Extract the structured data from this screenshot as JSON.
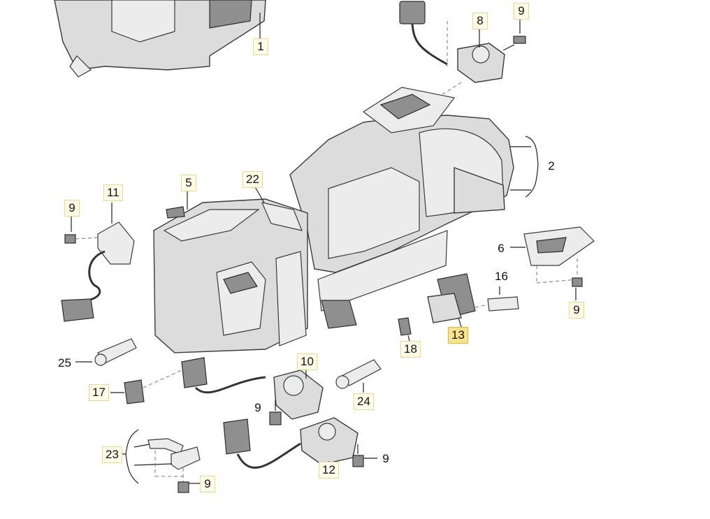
{
  "callouts": [
    {
      "id": "1",
      "text": "1",
      "active": false
    },
    {
      "id": "2",
      "text": "2",
      "active": false
    },
    {
      "id": "5",
      "text": "5",
      "active": false
    },
    {
      "id": "6",
      "text": "6",
      "active": false
    },
    {
      "id": "8",
      "text": "8",
      "active": false
    },
    {
      "id": "9a",
      "text": "9",
      "active": false
    },
    {
      "id": "9b",
      "text": "9",
      "active": false
    },
    {
      "id": "9c",
      "text": "9",
      "active": false
    },
    {
      "id": "9d",
      "text": "9",
      "active": false
    },
    {
      "id": "9e",
      "text": "9",
      "active": false
    },
    {
      "id": "9f",
      "text": "9",
      "active": false
    },
    {
      "id": "10",
      "text": "10",
      "active": false
    },
    {
      "id": "11",
      "text": "11",
      "active": false
    },
    {
      "id": "12",
      "text": "12",
      "active": false
    },
    {
      "id": "13",
      "text": "13",
      "active": true
    },
    {
      "id": "16",
      "text": "16",
      "active": false
    },
    {
      "id": "17",
      "text": "17",
      "active": false
    },
    {
      "id": "18",
      "text": "18",
      "active": false
    },
    {
      "id": "22",
      "text": "22",
      "active": false
    },
    {
      "id": "23",
      "text": "23",
      "active": false
    },
    {
      "id": "24",
      "text": "24",
      "active": false
    },
    {
      "id": "25",
      "text": "25",
      "active": false
    }
  ],
  "colors": {
    "highlight": "#fbe38a",
    "callout_bg": "#fffde9",
    "line": "#222222"
  }
}
